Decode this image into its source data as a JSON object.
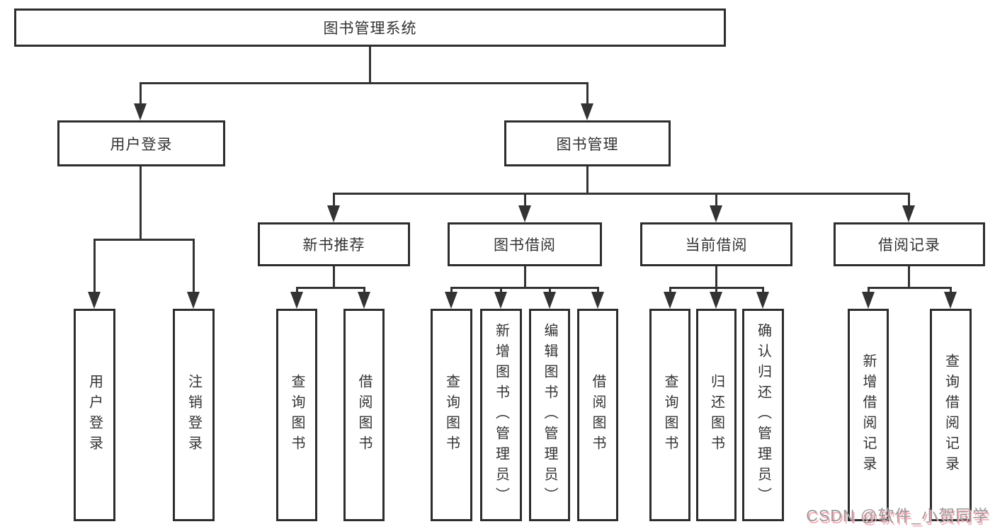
{
  "diagram": {
    "type": "hierarchy-tree",
    "root": {
      "label": "图书管理系统"
    },
    "login_branch": {
      "label": "用户登录",
      "children": [
        {
          "label": "用户登录"
        },
        {
          "label": "注销登录"
        }
      ]
    },
    "management_branch": {
      "label": "图书管理",
      "sections": [
        {
          "label": "新书推荐",
          "children": [
            {
              "label": "查询图书"
            },
            {
              "label": "借阅图书"
            }
          ]
        },
        {
          "label": "图书借阅",
          "children": [
            {
              "label": "查询图书"
            },
            {
              "label": "新增图书（管理员）"
            },
            {
              "label": "编辑图书（管理员）"
            },
            {
              "label": "借阅图书"
            }
          ]
        },
        {
          "label": "当前借阅",
          "children": [
            {
              "label": "查询图书"
            },
            {
              "label": "归还图书"
            },
            {
              "label": "确认归还（管理员）"
            }
          ]
        },
        {
          "label": "借阅记录",
          "children": [
            {
              "label": "新增借阅记录"
            },
            {
              "label": "查询借阅记录"
            }
          ]
        }
      ]
    }
  },
  "watermark": {
    "text": "CSDN @软件_小贺同学"
  },
  "colors": {
    "line": "#333333",
    "box_border": "#2d2d2d",
    "box_background": "#ffffff",
    "text": "#333333",
    "watermark_gray": "#9c9c9c",
    "watermark_pink": "#f8aab6"
  }
}
